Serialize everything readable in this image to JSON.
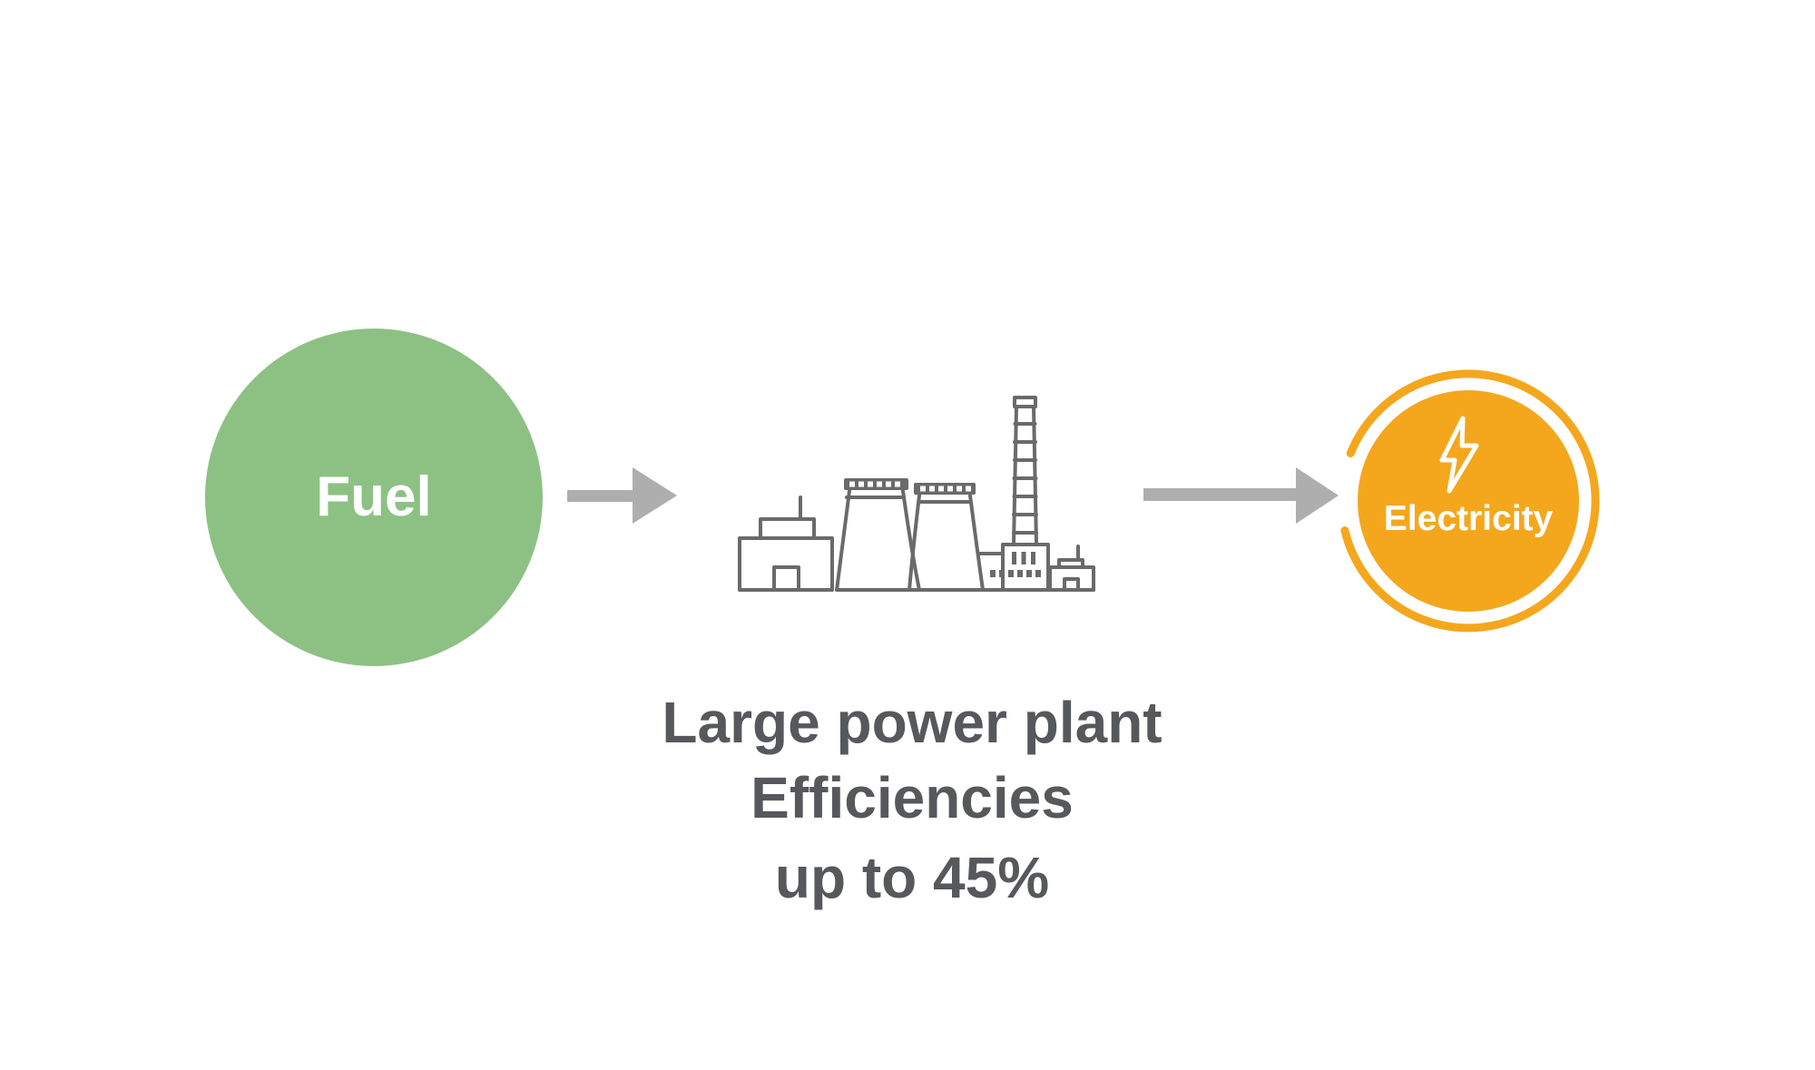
{
  "diagram": {
    "fuel": {
      "label": "Fuel"
    },
    "flow": {
      "arrow_direction": "right"
    },
    "plant": {
      "title": "Large power plant",
      "efficiency_line1": "Efficiencies",
      "efficiency_line2": "up to 45%",
      "icon": "power-plant-icon"
    },
    "electricity": {
      "label": "Electricity",
      "icon": "lightning-bolt-icon"
    }
  },
  "colors": {
    "green": "#8dc183",
    "yellow": "#f4a71d",
    "arrow-gray": "#aeaeae",
    "icon-gray": "#6a6a6a",
    "text-gray": "#57585b",
    "white": "#ffffff"
  }
}
